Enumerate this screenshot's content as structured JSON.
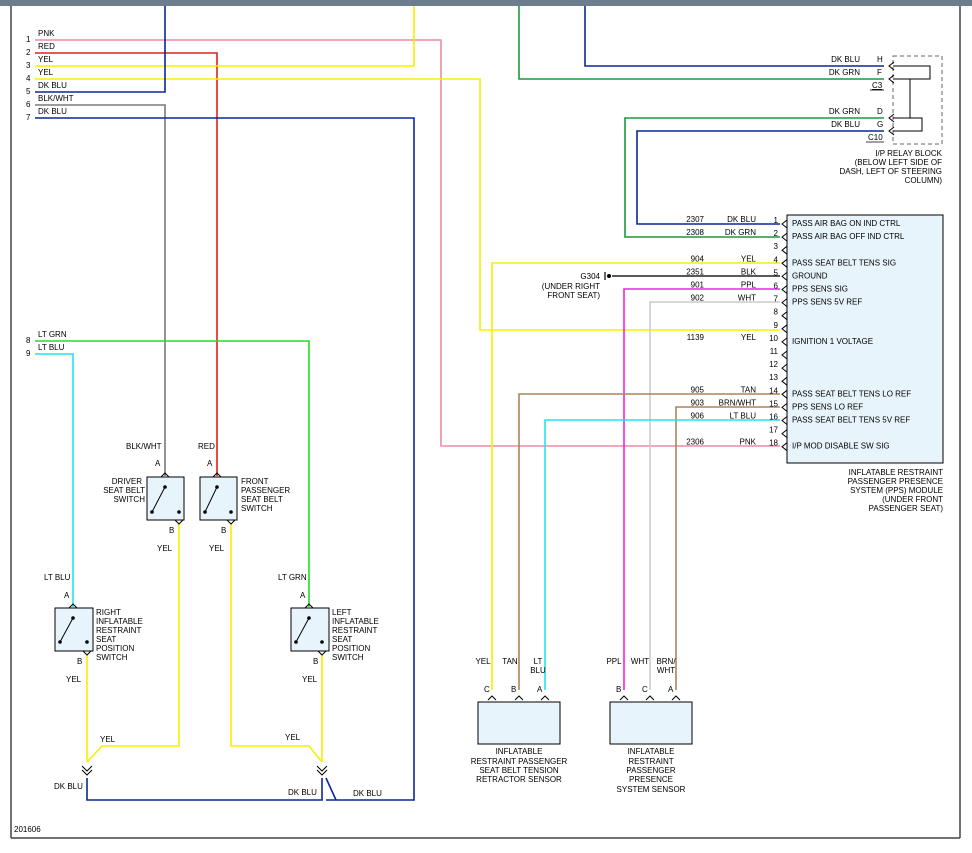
{
  "drawing_number": "201606",
  "colors": {
    "pink": "#f08aa0",
    "red": "#e02020",
    "yellow": "#f5f000",
    "dk_blue": "#0a2896",
    "gray": "#7a7a7a",
    "lt_green": "#22dd22",
    "lt_blue": "#22e4f0",
    "dk_green": "#1a9a3a",
    "magenta": "#f020f0",
    "white_wire": "#cccccc",
    "tan": "#a8865a",
    "module_fill": "#e8f4fc",
    "frame": "#444444",
    "topbar": "#6c7e8e"
  },
  "left_wires": [
    {
      "num": "1",
      "color": "PNK"
    },
    {
      "num": "2",
      "color": "RED"
    },
    {
      "num": "3",
      "color": "YEL"
    },
    {
      "num": "4",
      "color": "YEL"
    },
    {
      "num": "5",
      "color": "DK BLU"
    },
    {
      "num": "6",
      "color": "BLK/WHT"
    },
    {
      "num": "7",
      "color": "DK BLU"
    },
    {
      "num": "8",
      "color": "LT GRN"
    },
    {
      "num": "9",
      "color": "LT BLU"
    }
  ],
  "relay_block": {
    "pins": [
      {
        "color": "DK BLU",
        "letter": "H"
      },
      {
        "color": "DK GRN",
        "letter": "F"
      },
      {
        "color": "DK GRN",
        "letter": "D"
      },
      {
        "color": "DK BLU",
        "letter": "G"
      }
    ],
    "connectors": [
      "C3",
      "C10"
    ],
    "label": [
      "I/P RELAY BLOCK",
      "(BELOW LEFT SIDE OF",
      "DASH, LEFT OF STEERING",
      "COLUMN)"
    ]
  },
  "module": {
    "pins": [
      {
        "pin": "1",
        "circuit": "2307",
        "color": "DK BLU",
        "label": "PASS AIR BAG ON IND CTRL"
      },
      {
        "pin": "2",
        "circuit": "2308",
        "color": "DK GRN",
        "label": "PASS AIR BAG OFF IND CTRL"
      },
      {
        "pin": "3",
        "circuit": "",
        "color": "",
        "label": ""
      },
      {
        "pin": "4",
        "circuit": "904",
        "color": "YEL",
        "label": "PASS SEAT BELT TENS SIG"
      },
      {
        "pin": "5",
        "circuit": "2351",
        "color": "BLK",
        "label": "GROUND"
      },
      {
        "pin": "6",
        "circuit": "901",
        "color": "PPL",
        "label": "PPS SENS SIG"
      },
      {
        "pin": "7",
        "circuit": "902",
        "color": "WHT",
        "label": "PPS SENS 5V REF"
      },
      {
        "pin": "8",
        "circuit": "",
        "color": "",
        "label": ""
      },
      {
        "pin": "9",
        "circuit": "",
        "color": "",
        "label": ""
      },
      {
        "pin": "10",
        "circuit": "1139",
        "color": "YEL",
        "label": "IGNITION 1 VOLTAGE"
      },
      {
        "pin": "11",
        "circuit": "",
        "color": "",
        "label": ""
      },
      {
        "pin": "12",
        "circuit": "",
        "color": "",
        "label": ""
      },
      {
        "pin": "13",
        "circuit": "",
        "color": "",
        "label": ""
      },
      {
        "pin": "14",
        "circuit": "905",
        "color": "TAN",
        "label": "PASS SEAT BELT TENS LO REF"
      },
      {
        "pin": "15",
        "circuit": "903",
        "color": "BRN/WHT",
        "label": "PPS SENS LO REF"
      },
      {
        "pin": "16",
        "circuit": "906",
        "color": "LT BLU",
        "label": "PASS SEAT BELT TENS 5V REF"
      },
      {
        "pin": "17",
        "circuit": "",
        "color": "",
        "label": ""
      },
      {
        "pin": "18",
        "circuit": "2306",
        "color": "PNK",
        "label": "I/P MOD DISABLE SW SIG"
      }
    ],
    "label": [
      "INFLATABLE RESTRAINT",
      "PASSENGER PRESENCE",
      "SYSTEM (PPS) MODULE",
      "(UNDER FRONT",
      "PASSENGER SEAT)"
    ]
  },
  "ground": {
    "id": "G304",
    "label": [
      "(UNDER RIGHT",
      "FRONT SEAT)"
    ]
  },
  "driver_switch": {
    "label": [
      "DRIVER",
      "SEAT BELT",
      "SWITCH"
    ],
    "wire_top": "BLK/WHT",
    "pin_a": "A",
    "pin_b": "B",
    "wire_bottom": "YEL"
  },
  "front_pass_switch": {
    "label": [
      "FRONT",
      "PASSENGER",
      "SEAT BELT",
      "SWITCH"
    ],
    "wire_top": "RED",
    "pin_a": "A",
    "pin_b": "B",
    "wire_bottom": "YEL"
  },
  "right_pos_switch": {
    "label": [
      "RIGHT",
      "INFLATABLE",
      "RESTRAINT",
      "SEAT",
      "POSITION",
      "SWITCH"
    ],
    "wire_top": "LT BLU",
    "pin_a": "A",
    "pin_b": "B",
    "wire_bottom": "YEL"
  },
  "left_pos_switch": {
    "label": [
      "LEFT",
      "INFLATABLE",
      "RESTRAINT",
      "SEAT",
      "POSITION",
      "SWITCH"
    ],
    "wire_top": "LT GRN",
    "pin_a": "A",
    "pin_b": "B",
    "wire_bottom": "YEL"
  },
  "bottom_labels": {
    "yel_left": "YEL",
    "yel_right": "YEL",
    "dk_blu_left": "DK BLU",
    "dk_blu_mid": "DK BLU",
    "dk_blu_right": "DK BLU"
  },
  "tension_sensor": {
    "wires": [
      {
        "color": "YEL",
        "pin": "C"
      },
      {
        "color": "TAN",
        "pin": "B"
      },
      {
        "color": "LT BLU",
        "pin": "A"
      }
    ],
    "label": [
      "INFLATABLE",
      "RESTRAINT PASSENGER",
      "SEAT BELT TENSION",
      "RETRACTOR SENSOR"
    ]
  },
  "presence_sensor": {
    "wires": [
      {
        "color": "PPL",
        "pin": "B"
      },
      {
        "color": "WHT",
        "pin": "C"
      },
      {
        "color": "BRN/ WHT",
        "pin": "A"
      }
    ],
    "label": [
      "INFLATABLE",
      "RESTRAINT",
      "PASSENGER",
      "PRESENCE",
      "SYSTEM SENSOR"
    ]
  }
}
